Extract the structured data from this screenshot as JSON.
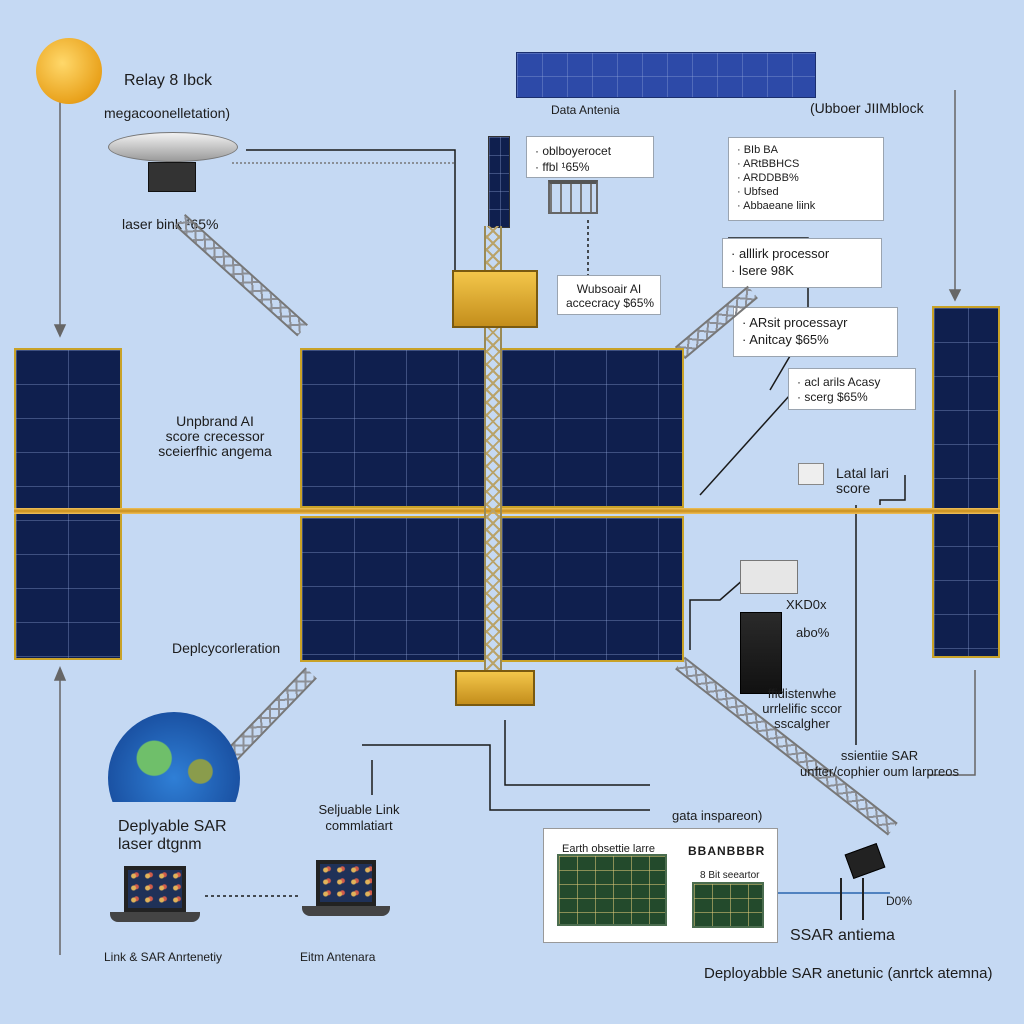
{
  "labels": {
    "relay": "Relay  8 Ibck",
    "megaconstellation": "megacoonelletation)",
    "data_antenna": "Data Antenia",
    "ubboer_block": "(Ubboer JIIMblock",
    "laser_link": "laser bink  ¹65%",
    "unbrand_line1": "Unpbrand AI",
    "unbrand_line2": "score crecessor",
    "unbrand_line3": "sceierfhic angema",
    "deploy_correlation": "Deplcycorleration",
    "latal_line1": "Latal lari",
    "latal_line2": "score",
    "xkdox": "XKD0x",
    "abo": "abo%",
    "ffidistenwhe_1": "ffidistenwhe",
    "ffidistenwhe_2": "urrlelific sccor",
    "ffidistenwhe_3": "sscalgher",
    "scientific_sar_1": "ssientiie SAR",
    "scientific_sar_2": "unfter/cophier oum larpreos",
    "deployable_sar_1": "Deplyable SAR",
    "deployable_sar_2": "laser dtgnm",
    "seljuable_1": "Seljuable Link",
    "seljuable_2": "commlatiart",
    "link_sar": "Link & SAR Anrtenetiy",
    "eitm_antenera": "Eitm Antenara",
    "gata_insparon": "gata inspareon)",
    "earth_obs": "Earth obsettie larre",
    "bbanbbr": "BBANBBBR",
    "eight_bit": "8 Bit  seeartor",
    "sar_antenna": "SSAR  antiema",
    "dos": "D0%",
    "footer": "Deployabble SAR anetunic (anrtck atemna)"
  },
  "callouts": {
    "c1": [
      "· oblboyerocet",
      "· ffbl ¹65%"
    ],
    "c2": [
      "· BIb BA",
      "· ARtBBHCS",
      "· ARDDBB%",
      "· Ubfsed",
      "· Abbaeane liink"
    ],
    "c3": [
      "Wubsoair AI",
      "accecracy $65%"
    ],
    "c4": [
      "· alllirk processor",
      "· lsere 98K"
    ],
    "c5": [
      "· ARsit processayr",
      "· Anitcay $65%"
    ],
    "c6": [
      "· acl arils Acasy",
      "· scerg $65%"
    ]
  },
  "colors": {
    "background": "#c5d9f3",
    "panel": "#0f1f4e",
    "gold": "#c9a227"
  }
}
